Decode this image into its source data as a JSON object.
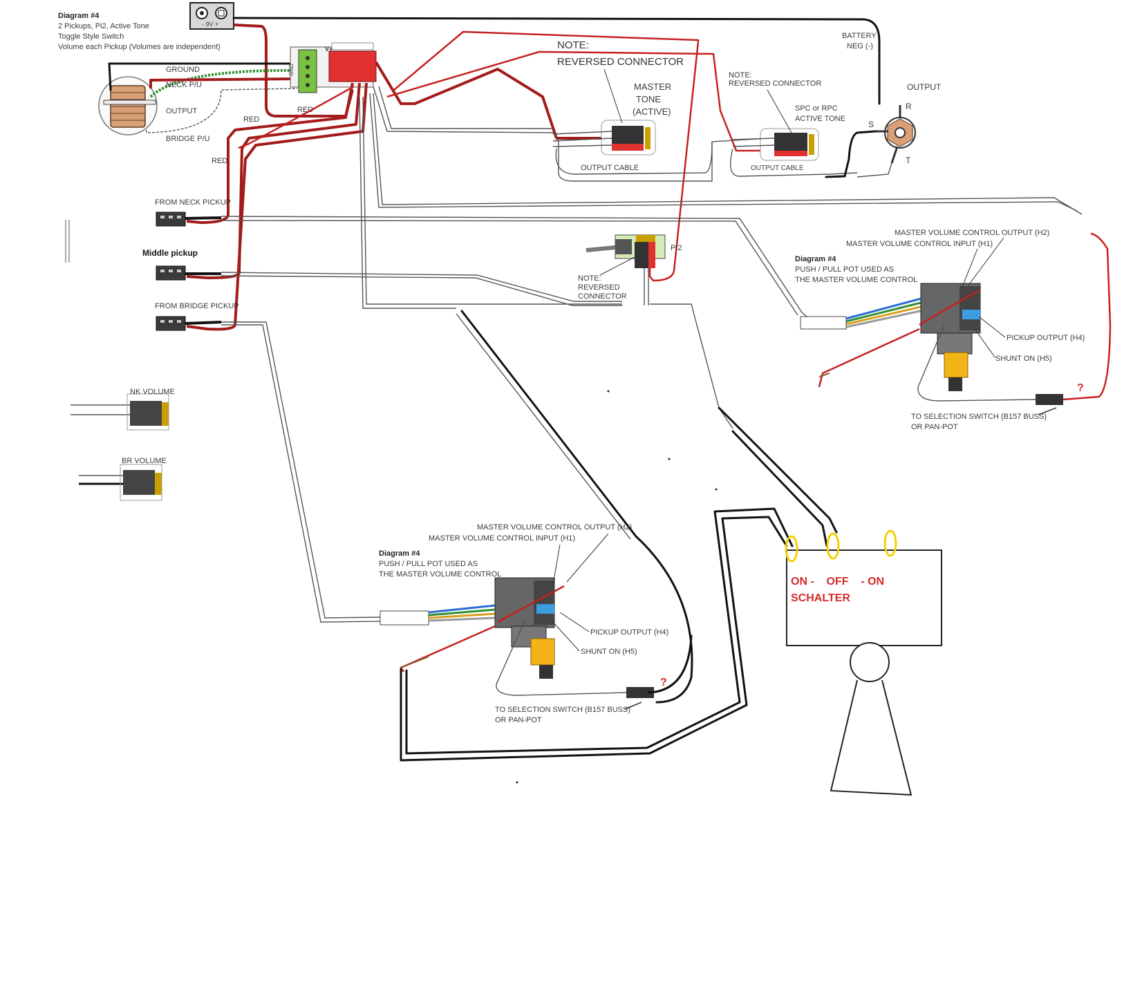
{
  "header": {
    "title": "Diagram #4",
    "line1": "2 Pickups, Pi2, Active Tone",
    "line2": "Toggle Style Switch",
    "line3": "Volume each Pickup (Volumes are independent)"
  },
  "battery": {
    "label": "- 9V +",
    "neg_label_1": "BATTERY",
    "neg_label_2": "NEG (-)"
  },
  "pickup_labels": {
    "ground": "GROUND",
    "neck": "NECK P/U",
    "output": "OUTPUT",
    "bridge": "BRIDGE P/U",
    "red1": "RED",
    "red2": "RED",
    "red3": "RED",
    "board_top": "V+",
    "board_side": "GND"
  },
  "notes": {
    "reversed_1": "NOTE:",
    "reversed_2": "REVERSED CONNECTOR",
    "master_tone_1": "MASTER",
    "master_tone_2": "TONE",
    "master_tone_3": "(ACTIVE)",
    "output_cable_1": "OUTPUT CABLE",
    "note_small_1": "NOTE:",
    "note_small_2": "REVERSED CONNECTOR",
    "spc_1": "SPC or RPC",
    "spc_2": "ACTIVE TONE",
    "output_cable_2": "OUTPUT CABLE",
    "output": "OUTPUT",
    "jack_r": "R",
    "jack_s": "S",
    "jack_t": "T"
  },
  "left_pickups": {
    "neck": "FROM NECK PICKUP",
    "middle": "Middle pickup",
    "bridge": "FROM BRIDGE PICKUP",
    "nk_volume": "NK VOLUME",
    "br_volume": "BR VOLUME"
  },
  "pi2": {
    "label": "PI2",
    "note_1": "NOTE:",
    "note_2": "REVERSED",
    "note_3": "CONNECTOR"
  },
  "pot_right": {
    "out_h2": "MASTER VOLUME CONTROL OUTPUT (H2)",
    "in_h1": "MASTER VOLUME CONTROL INPUT (H1)",
    "title": "Diagram #4",
    "desc_1": "PUSH / PULL POT USED AS",
    "desc_2": "THE MASTER VOLUME CONTROL",
    "h4": "PICKUP OUTPUT (H4)",
    "h5": "SHUNT ON (H5)",
    "sel_1": "TO SELECTION SWITCH (B157 BUSS)",
    "sel_2": "OR PAN-POT",
    "question": "?"
  },
  "pot_left": {
    "out_h2": "MASTER VOLUME CONTROL OUTPUT (H2)",
    "in_h1": "MASTER VOLUME CONTROL INPUT (H1)",
    "title": "Diagram #4",
    "desc_1": "PUSH / PULL POT USED AS",
    "desc_2": "THE MASTER VOLUME CONTROL",
    "h4": "PICKUP OUTPUT (H4)",
    "h5": "SHUNT ON (H5)",
    "sel_1": "TO SELECTION SWITCH (B157 BUSS)",
    "sel_2": "OR PAN-POT",
    "question": "?"
  },
  "switch": {
    "line1": "ON -    OFF    - ON",
    "line2": "SCHALTER"
  },
  "colors": {
    "red_wire": "#c62020",
    "black_wire": "#111111",
    "ground_wire": "#2f8f2f",
    "board_red": "#e03030",
    "board_green": "#7cc242",
    "pot_yellow": "#f2b418",
    "solder_yellow": "#f5d000",
    "switch_text": "#d42a2a"
  }
}
